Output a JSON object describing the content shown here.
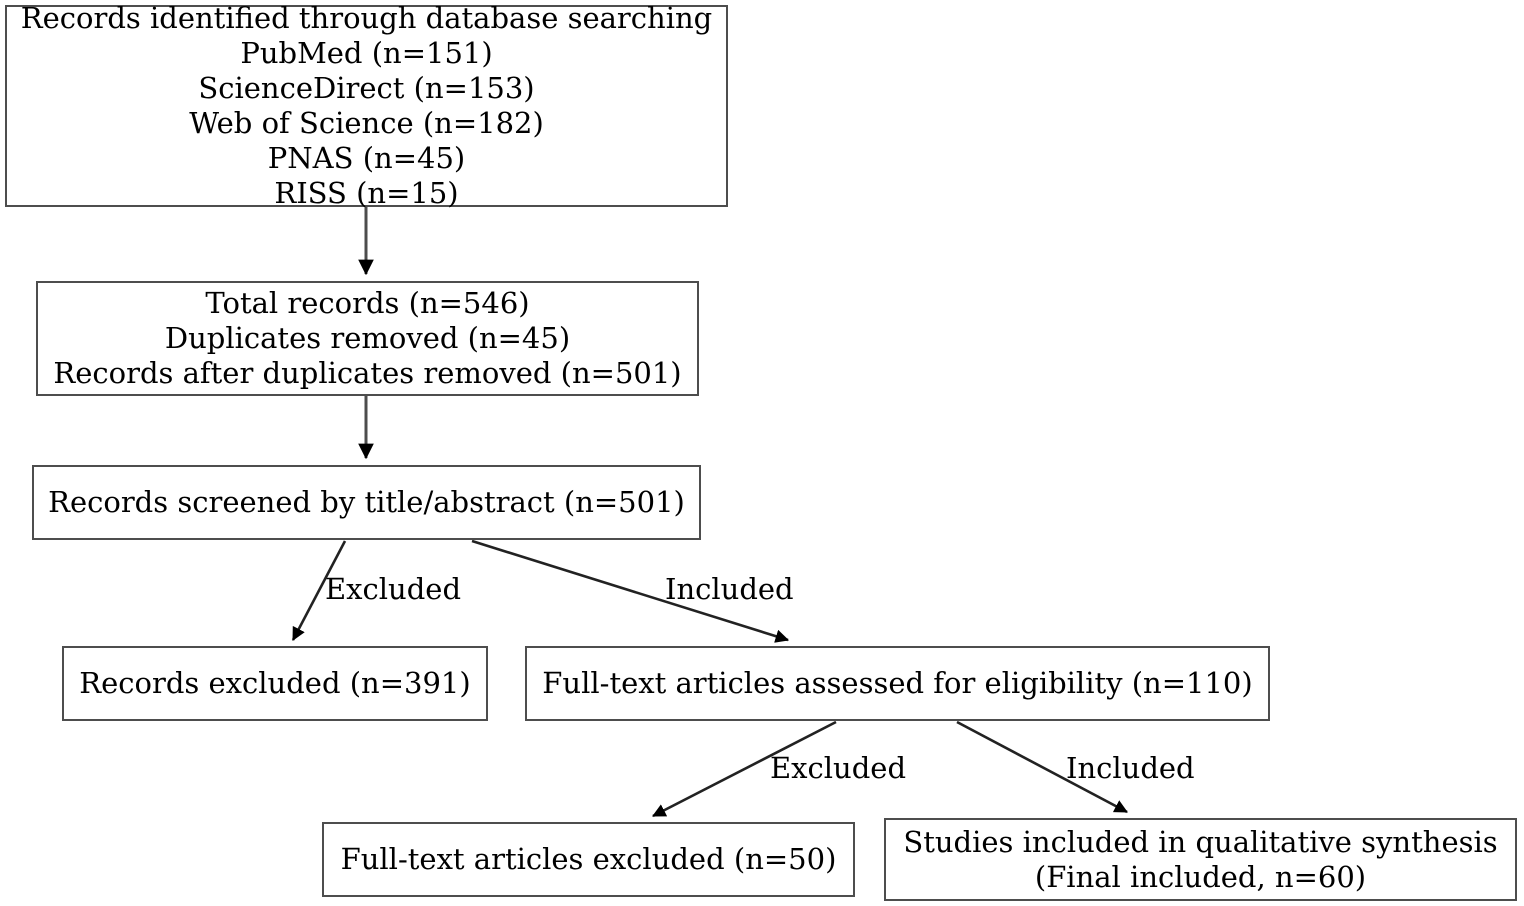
{
  "diagram": {
    "type": "prisma-flow-diagram",
    "title": "",
    "stroke_color": "#4d4d4d",
    "text_color": "#000000",
    "background_color": "#ffffff",
    "nodes": [
      {
        "id": "identified",
        "text": "Records identified through database searching\nPubMed (n=151)\nScienceDirect (n=153)\nWeb of Science (n=182)\nPNAS (n=45)\nRISS (n=15)"
      },
      {
        "id": "total",
        "text": "Total records (n=546)\nDuplicates removed (n=45)\nRecords after duplicates removed (n=501)"
      },
      {
        "id": "screened",
        "text": "Records screened by title/abstract (n=501)"
      },
      {
        "id": "excluded",
        "text": "Records excluded (n=391)"
      },
      {
        "id": "fulltext",
        "text": "Full-text articles assessed for eligibility (n=110)"
      },
      {
        "id": "ftexcluded",
        "text": "Full-text articles excluded (n=50)"
      },
      {
        "id": "qualitative",
        "text": "Studies included in qualitative synthesis\n(Final included, n=60)"
      }
    ],
    "edge_labels": {
      "screened_excluded": "Excluded",
      "screened_included": "Included",
      "fulltext_excluded": "Excluded",
      "fulltext_included": "Included"
    },
    "counts": {
      "pubmed": 151,
      "sciencedirect": 153,
      "web_of_science": 182,
      "pnas": 45,
      "riss": 15,
      "total_records": 546,
      "duplicates_removed": 45,
      "records_after_duplicates": 501,
      "records_screened": 501,
      "records_excluded": 391,
      "fulltext_assessed": 110,
      "fulltext_excluded": 50,
      "final_included": 60
    }
  }
}
